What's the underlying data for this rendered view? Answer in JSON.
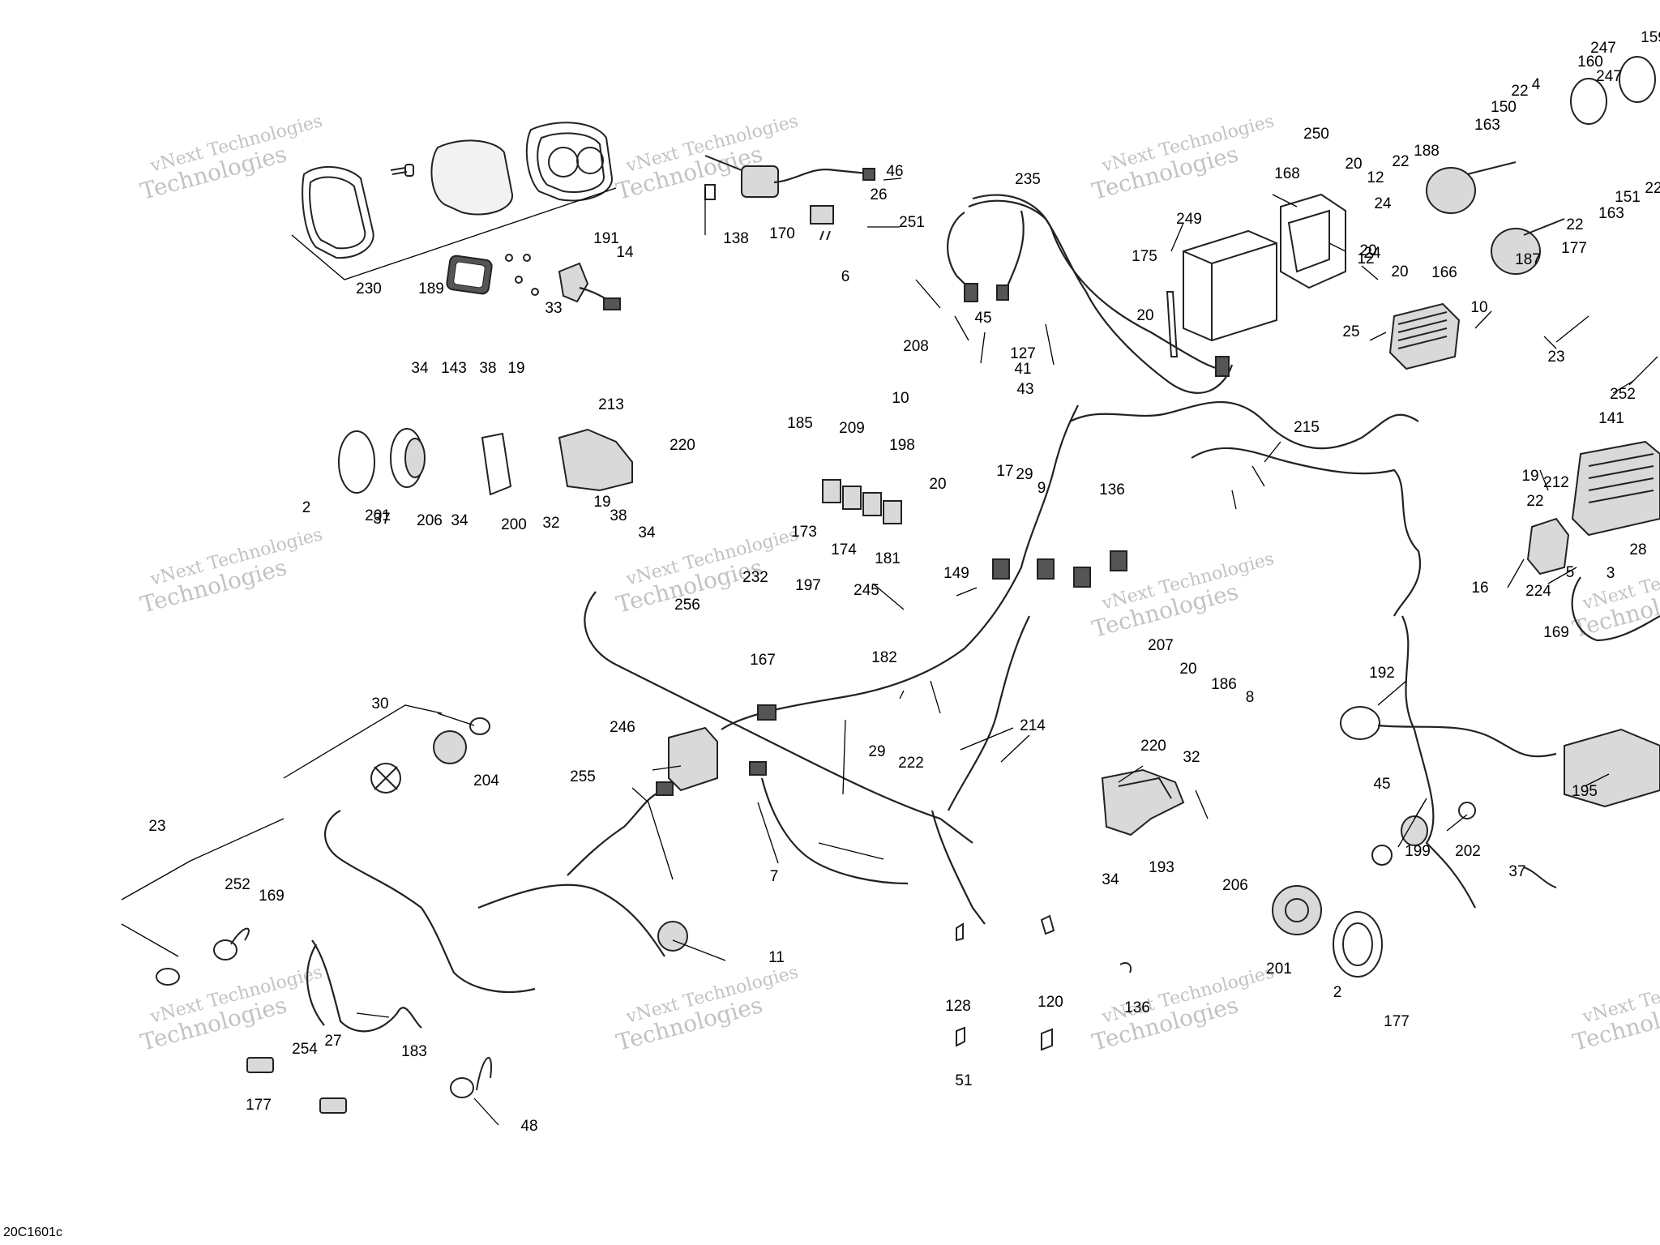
{
  "reference_code": "20C1601c",
  "watermark": {
    "line1": "vNext Technologies",
    "line2": "Technologies",
    "color": "#8f8f8f"
  },
  "callouts": [
    "230",
    "189",
    "191",
    "14",
    "33",
    "138",
    "170",
    "46",
    "26",
    "251",
    "6",
    "235",
    "175",
    "249",
    "20",
    "250",
    "168",
    "20",
    "24",
    "20",
    "24",
    "247",
    "159",
    "160",
    "247",
    "22",
    "4",
    "150",
    "163",
    "22",
    "188",
    "12",
    "12",
    "187",
    "163",
    "151",
    "22",
    "22",
    "20",
    "166",
    "10",
    "25",
    "177",
    "23",
    "252",
    "208",
    "45",
    "127",
    "41",
    "43",
    "10",
    "20",
    "17",
    "29",
    "9",
    "136",
    "215",
    "34",
    "143",
    "38",
    "19",
    "213",
    "220",
    "201",
    "37",
    "206",
    "34",
    "200",
    "32",
    "19",
    "38",
    "34",
    "2",
    "185",
    "209",
    "198",
    "173",
    "174",
    "181",
    "232",
    "197",
    "245",
    "167",
    "182",
    "149",
    "256",
    "207",
    "20",
    "186",
    "8",
    "141",
    "19",
    "212",
    "22",
    "28",
    "16",
    "3",
    "5",
    "224",
    "169",
    "30",
    "204",
    "246",
    "255",
    "7",
    "29",
    "222",
    "214",
    "220",
    "32",
    "34",
    "193",
    "192",
    "195",
    "45",
    "199",
    "202",
    "37",
    "206",
    "201",
    "2",
    "177",
    "23",
    "252",
    "169",
    "11",
    "27",
    "254",
    "183",
    "177",
    "48",
    "128",
    "120",
    "136",
    "51"
  ]
}
